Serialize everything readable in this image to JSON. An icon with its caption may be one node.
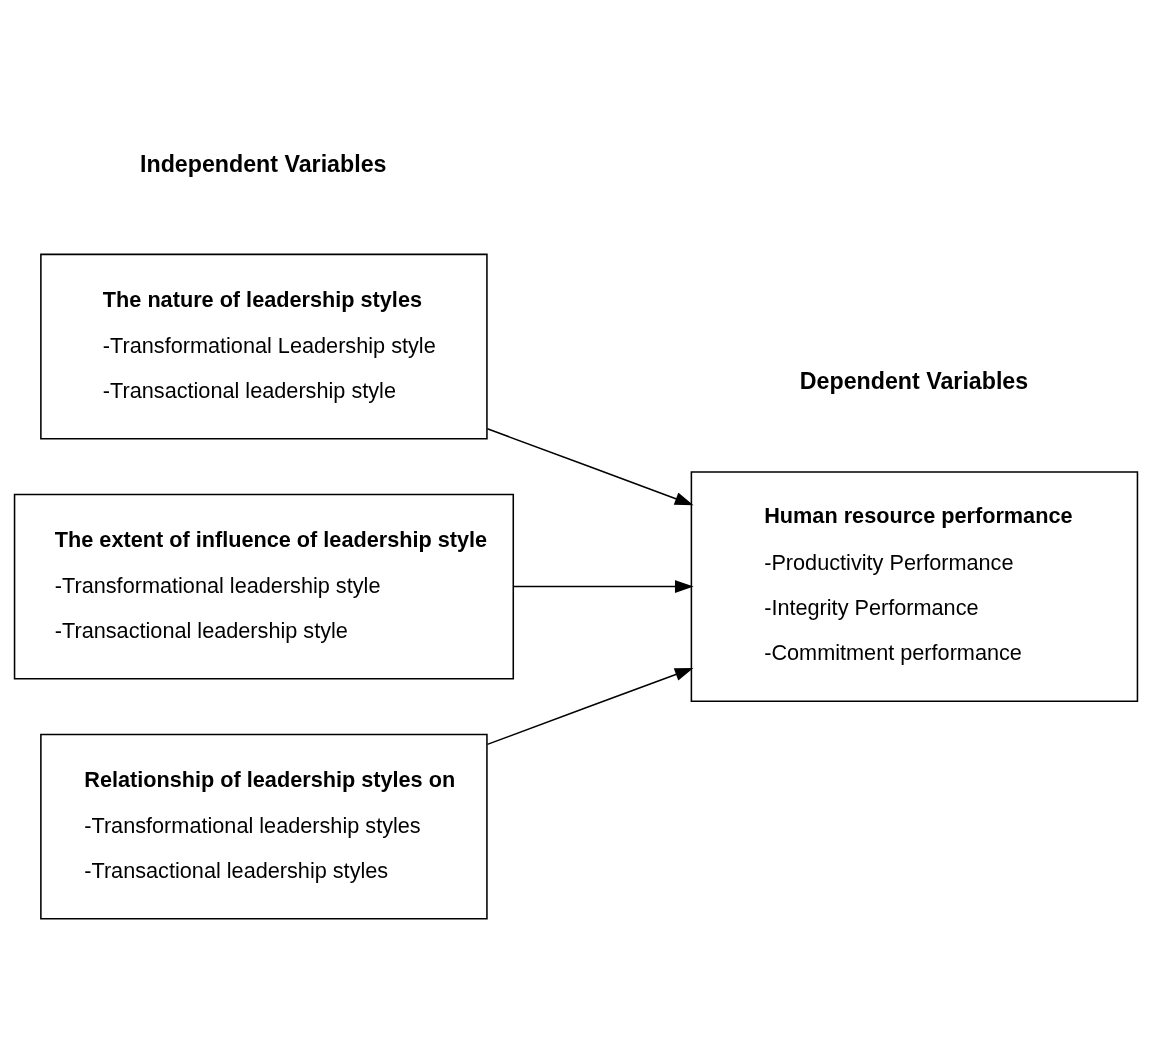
{
  "diagram": {
    "nodes": [
      {
        "text": [
          "The nature of leadership styles",
          "-Transformational Leadership style",
          "-Transactional leadership style"
        ]
      },
      {
        "text": [
          "The extent of influence of leadership style",
          "-Transformational leadership style",
          "-Transactional leadership style"
        ]
      },
      {
        "text": [
          "Relationship of leadership styles on",
          "-Transformational leadership styles",
          "-Transactional leadership styles"
        ]
      },
      {
        "text": [
          "Human resource performance",
          "-Productivity Performance",
          "-Integrity Performance",
          "-Commitment performance"
        ]
      }
    ],
    "edges": [
      {
        "from": 0,
        "to": 3,
        "arrow": "to"
      },
      {
        "from": 1,
        "to": 3,
        "arrow": "to"
      },
      {
        "from": 2,
        "to": 3,
        "arrow": "to"
      }
    ],
    "labels": [
      "Independent Variables",
      "Dependent Variables"
    ]
  }
}
